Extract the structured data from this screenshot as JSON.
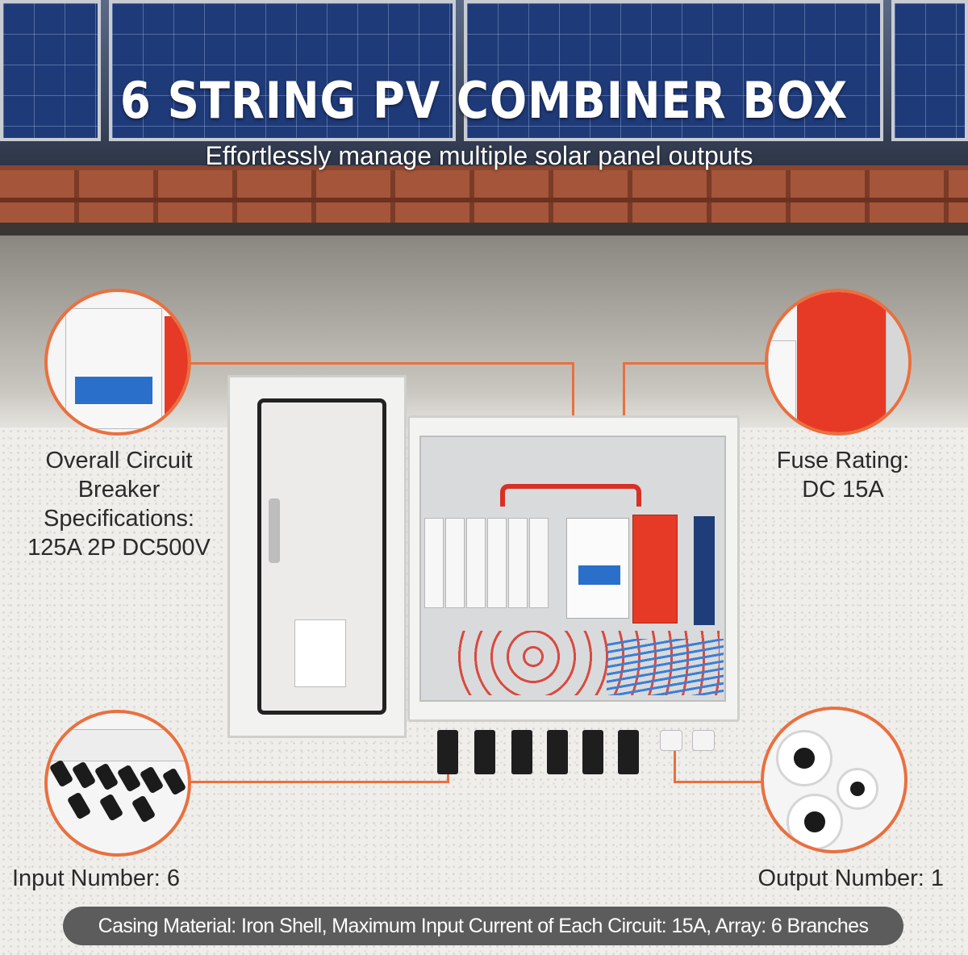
{
  "header": {
    "title": "6 STRING PV COMBINER BOX",
    "subtitle": "Effortlessly manage multiple solar panel outputs"
  },
  "callouts": {
    "breaker_lines": [
      "Overall Circuit",
      "Breaker",
      "Specifications:",
      "125A 2P DC500V"
    ],
    "fuse_lines": [
      "Fuse Rating:",
      "DC 15A"
    ],
    "input": "Input Number: 6",
    "output": "Output Number: 1"
  },
  "footer": {
    "text": "Casing Material: Iron Shell, Maximum Input Current of Each Circuit: 15A, Array: 6 Branches"
  },
  "colors": {
    "accent": "#e9703f",
    "footer_bg": "#5c5c5c"
  }
}
